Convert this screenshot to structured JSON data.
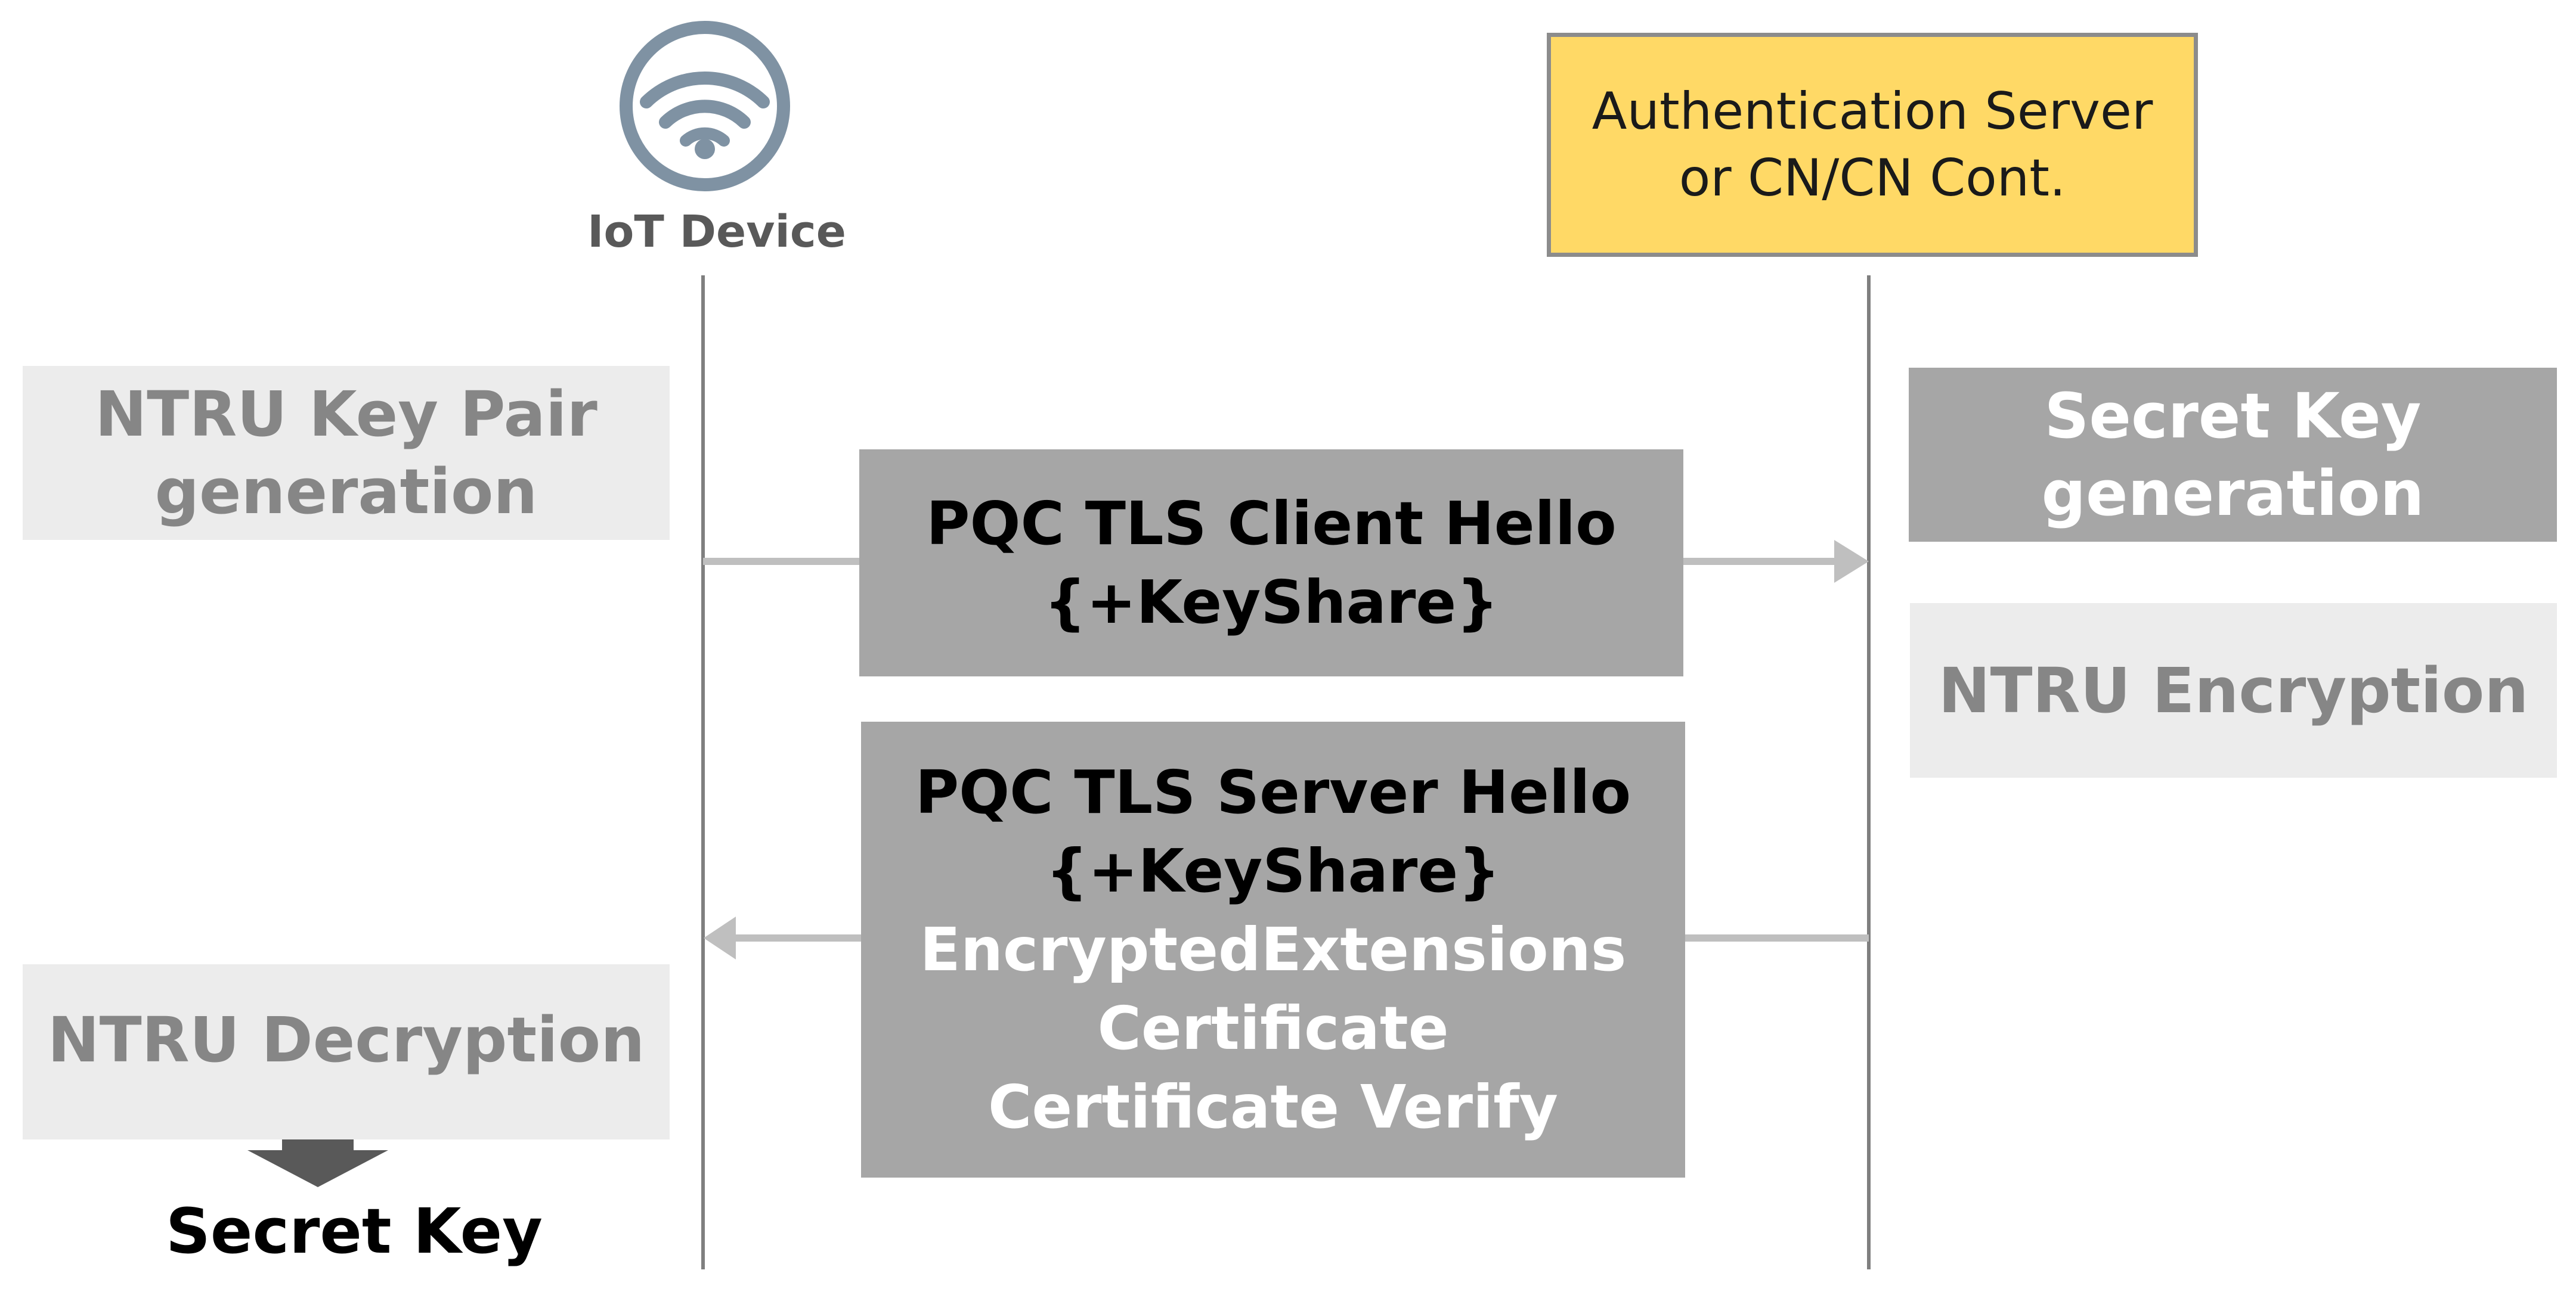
{
  "actors": {
    "iot_device": {
      "label": "IoT Device",
      "icon": "wifi-icon",
      "icon_color": "#7f92a3"
    },
    "server": {
      "label_lines": [
        "Authentication Server",
        "or CN/CN Cont."
      ],
      "fill_color": "#ffd966"
    }
  },
  "client_steps": {
    "key_pair": [
      "NTRU Key Pair",
      "generation"
    ],
    "decryption": [
      "NTRU Decryption"
    ],
    "result": "Secret Key"
  },
  "server_steps": {
    "secret_key_generation": [
      "Secret Key",
      "generation"
    ],
    "encryption": [
      "NTRU Encryption"
    ]
  },
  "messages": {
    "client_hello": {
      "direction": "to-server",
      "lines": [
        "PQC TLS Client Hello",
        "{+KeyShare}"
      ]
    },
    "server_hello": {
      "direction": "to-client",
      "lines": [
        "PQC TLS Server Hello",
        "{+KeyShare}",
        "EncryptedExtensions",
        "Certificate",
        "Certificate Verify"
      ]
    }
  },
  "colors": {
    "lifeline": "#7f7f7f",
    "arrow": "#bfbfbf",
    "message_box": "#a6a6a6",
    "light_box": "#ececec",
    "light_text": "#868686",
    "down_arrow": "#595959"
  }
}
